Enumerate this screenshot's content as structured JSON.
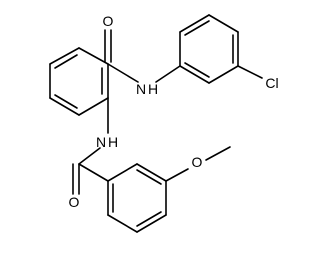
{
  "atoms": {
    "o_top": "O",
    "nh_right": "N",
    "nh_right_h": "H",
    "cl": "Cl",
    "nh_left": "N",
    "nh_left_h": "H",
    "o_bottom": "O",
    "o_methoxy": "O"
  },
  "colors": {
    "bond": "#000000",
    "label": "#000000",
    "background": "#ffffff"
  }
}
